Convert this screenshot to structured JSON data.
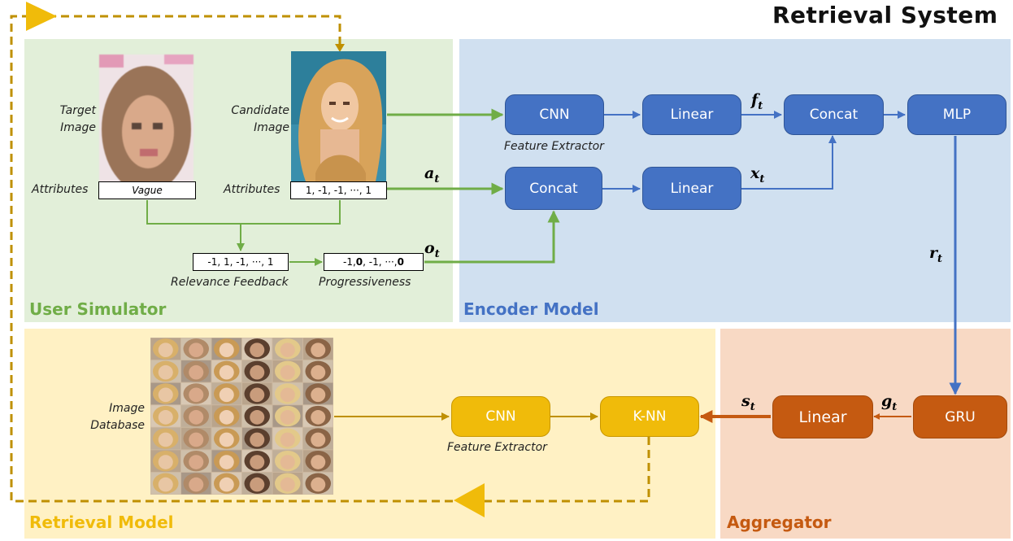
{
  "title": "Retrieval System",
  "panels": {
    "user_simulator": "User Simulator",
    "encoder_model": "Encoder Model",
    "retrieval_model": "Retrieval Model",
    "aggregator": "Aggregator"
  },
  "user_sim": {
    "target_image": "Target\nImage",
    "candidate_image": "Candidate\nImage",
    "attributes": "Attributes",
    "target_attr_value": "Vague",
    "candidate_attr_value": "1, -1, -1, ···, 1",
    "relevance_vec": "-1, 1, -1, ···, 1",
    "progressive_vec_parts": [
      "-1, ",
      "0",
      ", -1, ···, ",
      "0"
    ],
    "relevance_feedback": "Relevance Feedback",
    "progressiveness": "Progressiveness"
  },
  "encoder": {
    "cnn": "CNN",
    "linear_top": "Linear",
    "concat_top": "Concat",
    "mlp": "MLP",
    "concat_bottom": "Concat",
    "linear_bottom": "Linear",
    "feature_extractor": "Feature Extractor"
  },
  "variables": {
    "f_t": [
      "f",
      "t"
    ],
    "x_t": [
      "x",
      "t"
    ],
    "a_t": [
      "a",
      "t"
    ],
    "o_t": [
      "o",
      "t"
    ],
    "r_t": [
      "r",
      "t"
    ],
    "s_t": [
      "s",
      "t"
    ],
    "g_t": [
      "g",
      "t"
    ]
  },
  "retrieval": {
    "image_database": "Image\nDatabase",
    "cnn": "CNN",
    "knn": "K-NN",
    "feature_extractor": "Feature Extractor"
  },
  "aggregator": {
    "linear": "Linear",
    "gru": "GRU"
  },
  "colors": {
    "user_bg": "#e2efd9",
    "encoder_bg": "#d0e0f0",
    "retrieval_bg": "#fff1c4",
    "aggregator_bg": "#f8d9c4",
    "green": "#70ad47",
    "blue": "#4472c4",
    "gold": "#bf9000",
    "rust": "#c55a11"
  }
}
